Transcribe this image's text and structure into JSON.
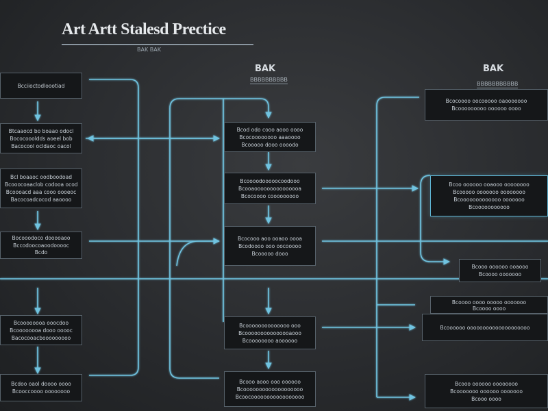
{
  "header": {
    "title": "Art Artt Stalesd Prectice",
    "subtitle": "BAK  BAK"
  },
  "columns": [
    {
      "id": "mid",
      "head": "BAK",
      "sub": "BBBBBBBBBB"
    },
    {
      "id": "right",
      "head": "BAK",
      "sub": "BBBBBBBBBBB"
    }
  ],
  "boxes": {
    "left": [
      {
        "lines": [
          "Bcciioctodloootiad"
        ]
      },
      {
        "lines": [
          "Btcaaocd bo boaao odocl",
          "Bococoooldds aoeel bob",
          "Bacocool ocldaoc oacol"
        ]
      },
      {
        "lines": [
          "Bcl boaaoc oodboodoad",
          "Bcooocoaaclob codooa ocod",
          "Bcoooacd aaa cooo oooeoc",
          "Bacocoadcocod aaoooo"
        ]
      },
      {
        "lines": [
          "Bocooodoco dooooaoo",
          "Bccodoocoaoodooooc",
          "Bcdo"
        ]
      },
      {
        "lines": [
          "Bcoooooooa ooocdoo",
          "Bcoooooooa dooo ooooc",
          "Bacocooacbooooooooo"
        ]
      },
      {
        "lines": [
          "Bcdoo oaol doooo oooo",
          "Bcooccoooo oooooooo"
        ]
      }
    ],
    "middle": [
      {
        "lines": [
          "Bcod odo cooo aooo oooo",
          "Bcocoooooooo aaaoooo",
          "Bcooooo dooo oooodo"
        ]
      },
      {
        "lines": [
          "Bcoooodooooocoodooo",
          "Bcooaooooooooooooooa",
          "Bcocoooo cooooooooo"
        ]
      },
      {
        "lines": [
          "Bcocooo aoo ooaoo oooa",
          "Bcodoooo ooo oocooooo",
          "Bcooooo dooo"
        ]
      },
      {
        "lines": [
          "Bcoooooooooooooo ooo",
          "Bcooooooooooooooaooo",
          "Bcoooooooo aoooooo"
        ]
      },
      {
        "lines": [
          "Bcooo aooo ooo oooooo",
          "Bcooooooooooooooooooo",
          "Bcoocooooooooooooooooo"
        ]
      }
    ],
    "right": [
      {
        "lines": [
          "Bcocoooo oocooooo oaooooooo",
          "Bcooooooooo oooooo oooo"
        ]
      },
      {
        "lines": [
          "Bcoo oooooo ooaooo oooooooo",
          "Bcooooo ooooooo oooooooo",
          "Bcooooooooooooo ooooooo",
          "Bcooooooooooo"
        ]
      },
      {
        "lines": [
          "Bcooo oooooo ooaooo",
          "Bcoooo ooooooo"
        ]
      },
      {
        "lines": [
          "Bcoooo oooo ooooo ooooooo",
          "Bcoooo oooo"
        ]
      },
      {
        "lines": [
          "Bcoooooo oooooooooooooooooooo"
        ]
      },
      {
        "lines": [
          "Bcooo oooooo oooooooo",
          "Bcooooooo oooooo ooooooo",
          "Bcooo oooo"
        ]
      }
    ]
  },
  "colors": {
    "background": "#2a2c2f",
    "box_fill": "#151719",
    "box_border": "#58636c",
    "connector": "#6fc3e0",
    "text": "#c9d1d8"
  }
}
